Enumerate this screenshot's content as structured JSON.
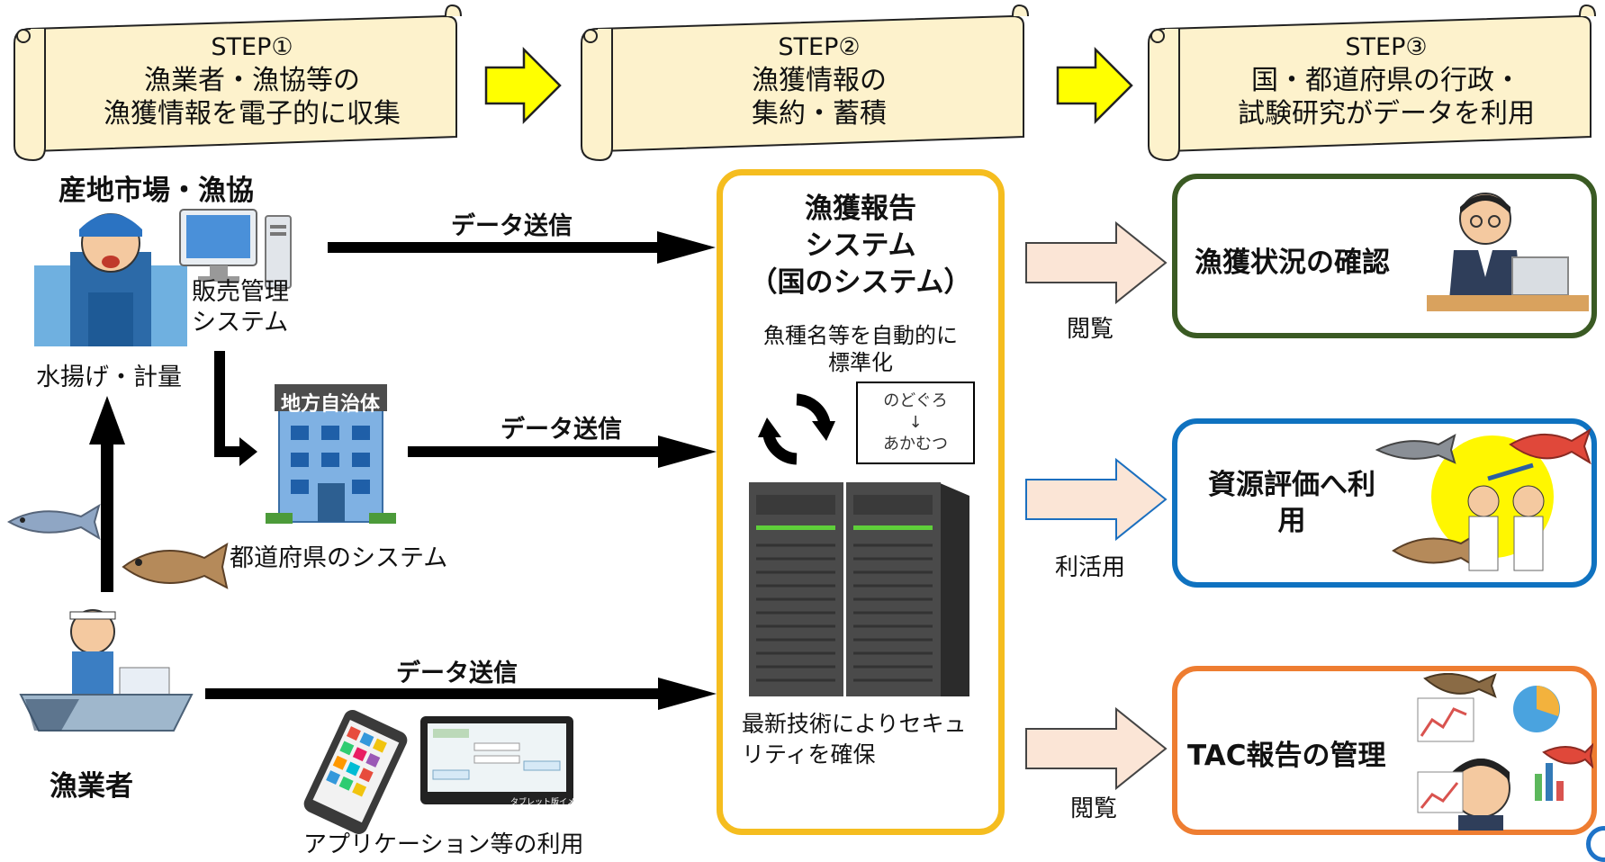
{
  "steps": [
    {
      "label": "STEP①",
      "line1": "漁業者・漁協等の",
      "line2": "漁獲情報を電子的に収集"
    },
    {
      "label": "STEP②",
      "line1": "漁獲情報の",
      "line2": "集約・蓄積"
    },
    {
      "label": "STEP③",
      "line1": "国・都道府県の行政・",
      "line2": "試験研究がデータを利用"
    }
  ],
  "left": {
    "market_title": "産地市場・漁協",
    "sales_system_line1": "販売管理",
    "sales_system_line2": "システム",
    "landing": "水揚げ・計量",
    "local_gov_sign": "地方自治体",
    "prefecture_system": "都道府県のシステム",
    "fisher": "漁業者",
    "app_use": "アプリケーション等の利用",
    "tablet_caption": "タブレット版イメージ"
  },
  "arrows": {
    "send1": "データ送信",
    "send2": "データ送信",
    "send3": "データ送信"
  },
  "center": {
    "title_line1": "漁獲報告",
    "title_line2": "システム",
    "title_line3": "（国のシステム）",
    "standardize_line1": "魚種名等を自動的に",
    "standardize_line2": "標準化",
    "example_from": "のどぐろ",
    "example_arrow": "↓",
    "example_to": "あかむつ",
    "security_line1": "最新技術によりセキュ",
    "security_line2": "リティを確保"
  },
  "right": {
    "view1": "閲覧",
    "box1": "漁獲状況の確認",
    "use": "利活用",
    "box2_line1": "資源評価へ利",
    "box2_line2": "用",
    "view2": "閲覧",
    "box3": "TAC報告の管理"
  },
  "colors": {
    "scroll_fill": "#fdf2cc",
    "yellow_arrow": "#ffff00",
    "center_border": "#f5bd1f",
    "green_border": "#3a5a23",
    "blue_border": "#0f72c0",
    "orange_border": "#ee7d31",
    "pink_arrow": "#fbe5d6"
  }
}
